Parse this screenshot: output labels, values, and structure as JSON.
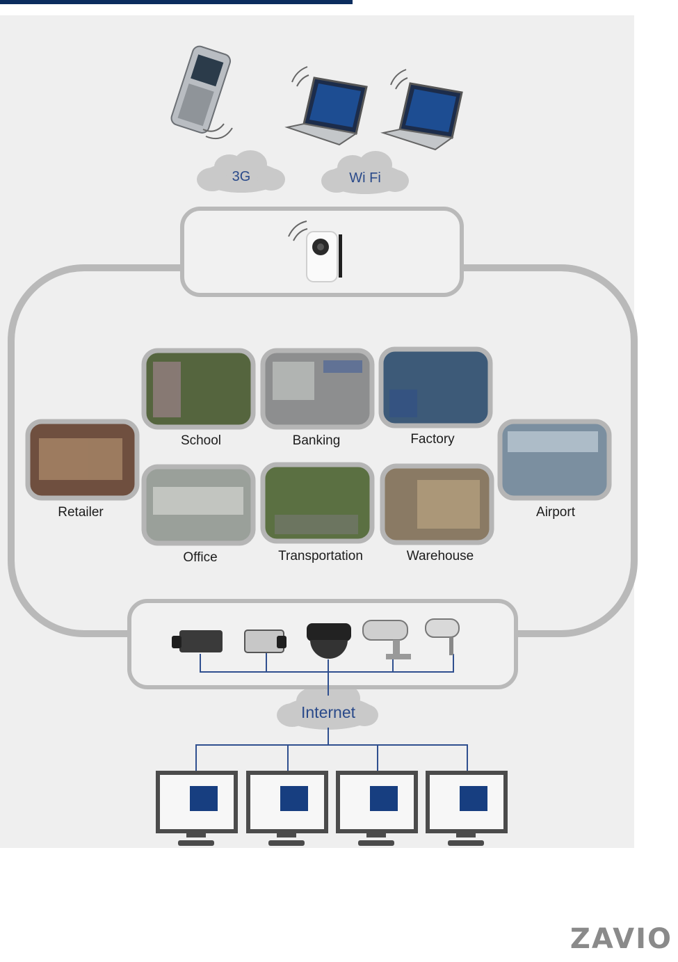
{
  "clouds": {
    "cell": "3G",
    "wifi": "Wi Fi",
    "internet": "Internet"
  },
  "scenes": {
    "school": "School",
    "banking": "Banking",
    "factory": "Factory",
    "retailer": "Retailer",
    "office": "Office",
    "transportation": "Transportation",
    "warehouse": "Warehouse",
    "airport": "Airport"
  },
  "brand": {
    "logo": "ZAVIO"
  },
  "colors": {
    "accent": "#0c2d5e",
    "cloud": "#c9c9c9",
    "frame": "#b9b9b9",
    "link": "#2f4f8f"
  }
}
